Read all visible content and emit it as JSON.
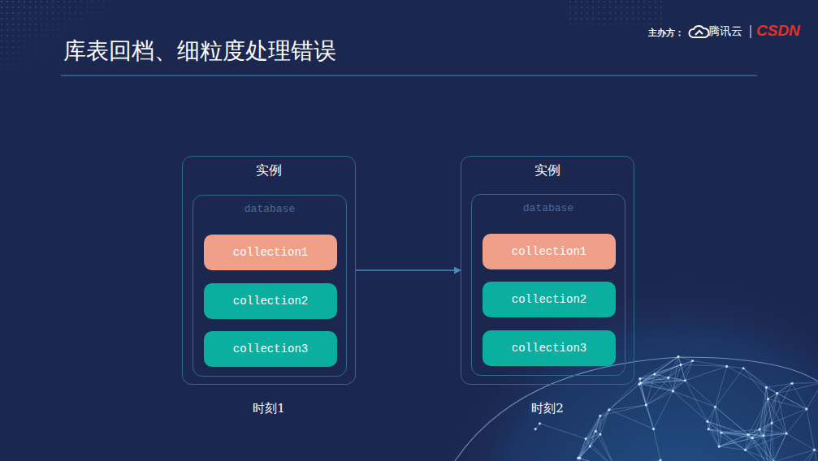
{
  "diagram": {
    "title": "库表回档、细粒度处理错误",
    "nodes": [
      {
        "text": [
          "实例"
        ]
      },
      {
        "text": [
          "database"
        ],
        "in": 0
      },
      {
        "text": [
          "collection1"
        ],
        "in": 1
      },
      {
        "text": [
          "collection2"
        ],
        "in": 1
      },
      {
        "text": [
          "collection3"
        ],
        "in": 1
      },
      {
        "text": [
          "实例"
        ]
      },
      {
        "text": [
          "database"
        ],
        "in": 5
      },
      {
        "text": [
          "collection1"
        ],
        "in": 6
      },
      {
        "text": [
          "collection2"
        ],
        "in": 6
      },
      {
        "text": [
          "collection3"
        ],
        "in": 6
      }
    ],
    "edges": [
      {
        "from": 0,
        "to": 5,
        "arrow": "to"
      }
    ],
    "labels": [
      "主办方：",
      "腾讯云",
      "CSDN",
      "时刻1",
      "时刻2"
    ]
  }
}
